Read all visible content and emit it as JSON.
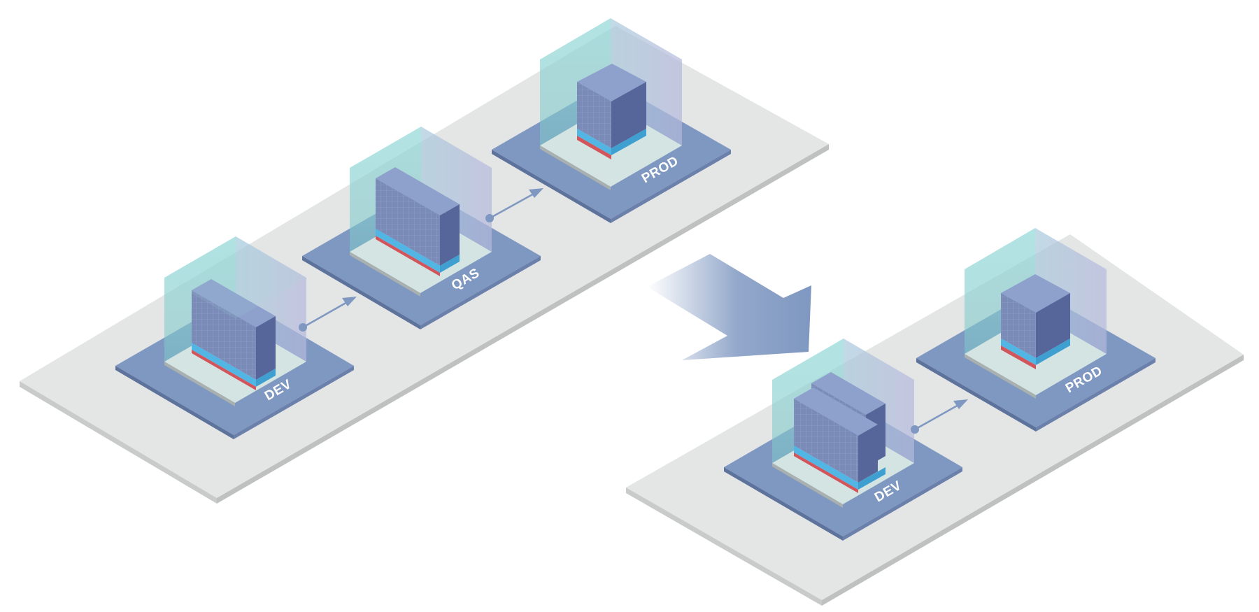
{
  "before": {
    "environments": [
      {
        "label": "DEV"
      },
      {
        "label": "QAS"
      },
      {
        "label": "PROD"
      }
    ]
  },
  "after": {
    "environments": [
      {
        "label": "DEV"
      },
      {
        "label": "PROD"
      }
    ]
  },
  "colors": {
    "platform": "#e4e5e5",
    "platform_edge": "#c9caca",
    "tile": "#7f98c1",
    "tile_edge": "#5e739c",
    "server": "#7b8bb8",
    "server_dark": "#56669a",
    "glass": "#8fd3d3",
    "cyan": "#52b6e4",
    "red": "#d2555c",
    "arrow": "#7f98c1"
  },
  "icons": [
    "transition-arrow-icon",
    "flow-arrow-icon"
  ]
}
